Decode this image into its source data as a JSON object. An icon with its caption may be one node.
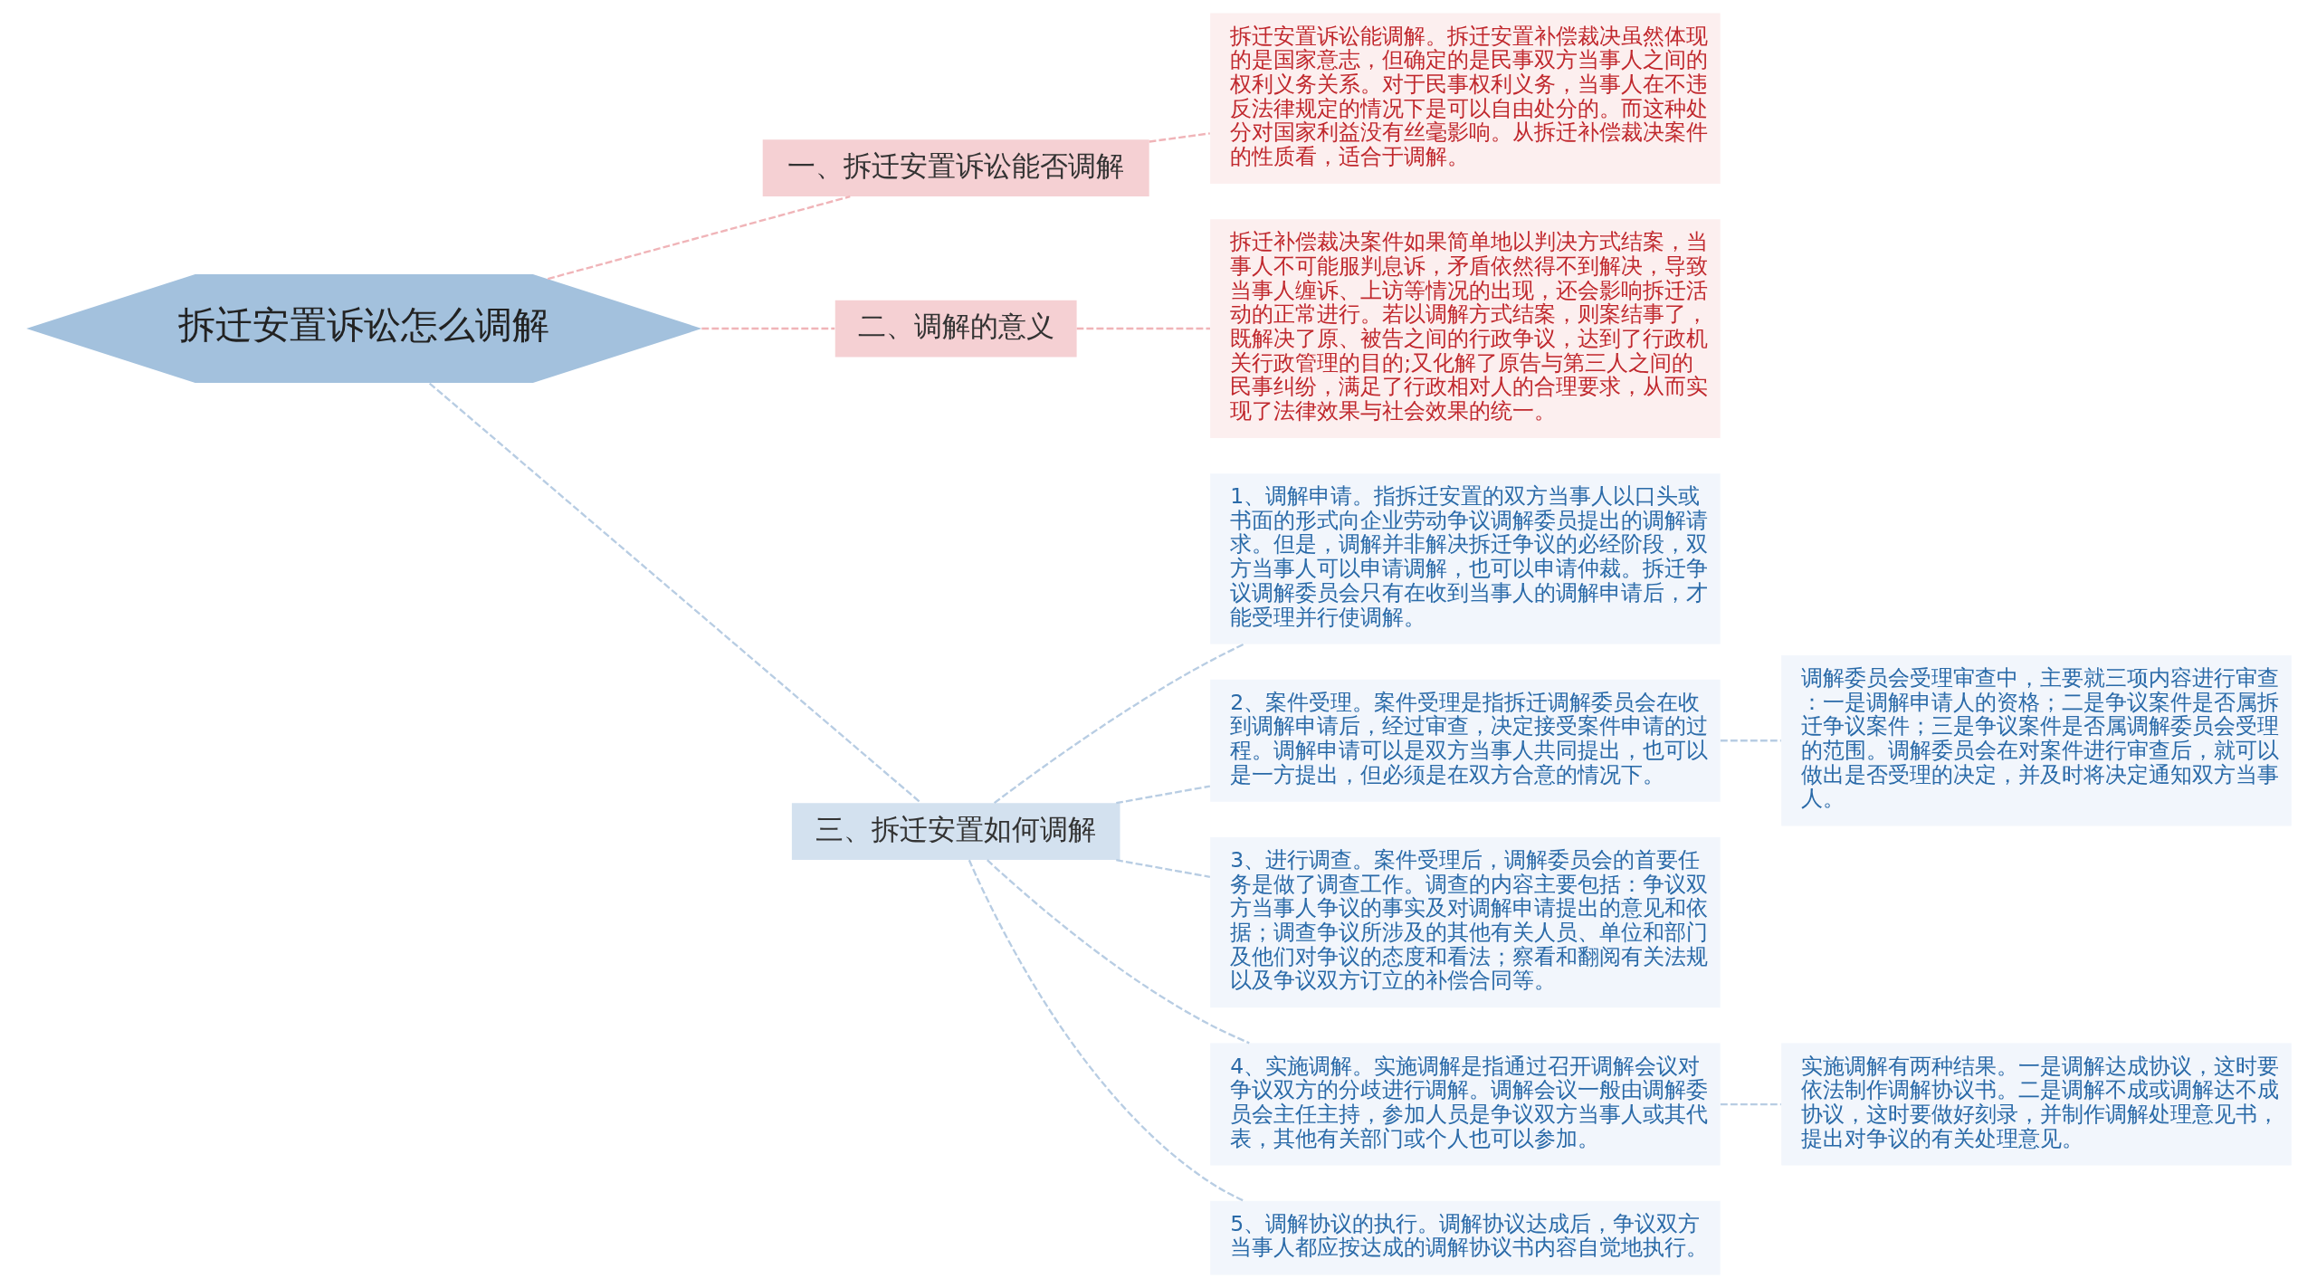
{
  "diagram": {
    "nodes": [
      {
        "text": [
          "拆迁安置诉讼怎么调解"
        ]
      },
      {
        "text": [
          "一、拆迁安置诉讼能否调解"
        ]
      },
      {
        "text": [
          "拆迁安置诉讼能调解。拆迁安置补偿裁决虽然体现的是国家意志，但确定的是民事双方当事人之间的权利义务关系。对于民事权利义务，当事人在不违反法律规定的情况下是可以自由处分的。而这种处分对国家利益没有丝毫影响。从拆迁补偿裁决案件的性质看，适合于调解。"
        ]
      },
      {
        "text": [
          "二、调解的意义"
        ]
      },
      {
        "text": [
          "拆迁补偿裁决案件如果简单地以判决方式结案，当事人不可能服判息诉，矛盾依然得不到解决，导致当事人缠诉、上访等情况的出现，还会影响拆迁活动的正常进行。若以调解方式结案，则案结事了，既解决了原、被告之间的行政争议，达到了行政机关行政管理的目的;又化解了原告与第三人之间的民事纠纷，满足了行政相对人的合理要求，从而实现了法律效果与社会效果的统一。"
        ]
      },
      {
        "text": [
          "三、拆迁安置如何调解"
        ]
      },
      {
        "text": [
          "1、调解申请。指拆迁安置的双方当事人以口头或书面的形式向企业劳动争议调解委员提出的调解请求。但是，调解并非解决拆迁争议的必经阶段，双方当事人可以申请调解，也可以申请仲裁。拆迁争议调解委员会只有在收到当事人的调解申请后，才能受理并行使调解。"
        ]
      },
      {
        "text": [
          "2、案件受理。案件受理是指拆迁调解委员会在收到调解申请后，经过审查，决定接受案件申请的过程。调解申请可以是双方当事人共同提出，也可以是一方提出，但必须是在双方合意的情况下。"
        ]
      },
      {
        "text": [
          "调解委员会受理审查中，主要就三项内容进行审查：一是调解申请人的资格；二是争议案件是否属拆迁争议案件；三是争议案件是否属调解委员会受理的范围。调解委员会在对案件进行审查后，就可以做出是否受理的决定，并及时将决定通知双方当事人。"
        ]
      },
      {
        "text": [
          "3、进行调查。案件受理后，调解委员会的首要任务是做了调查工作。调查的内容主要包括：争议双方当事人争议的事实及对调解申请提出的意见和依据；调查争议所涉及的其他有关人员、单位和部门及他们对争议的态度和看法；察看和翻阅有关法规以及争议双方订立的补偿合同等。"
        ]
      },
      {
        "text": [
          "4、实施调解。实施调解是指通过召开调解会议对争议双方的分歧进行调解。调解会议一般由调解委员会主任主持，参加人员是争议双方当事人或其代表，其他有关部门或个人也可以参加。"
        ]
      },
      {
        "text": [
          "实施调解有两种结果。一是调解达成协议，这时要依法制作调解协议书。二是调解不成或调解达不成协议，这时要做好刻录，并制作调解处理意见书，提出对争议的有关处理意见。"
        ]
      },
      {
        "text": [
          "5、调解协议的执行。调解协议达成后，争议双方当事人都应按达成的调解协议书内容自觉地执行。"
        ]
      }
    ],
    "edges": [
      {
        "from": 0,
        "to": 1,
        "arrow": "none",
        "style": "dashed",
        "color": "#f0b4b8"
      },
      {
        "from": 1,
        "to": 2,
        "arrow": "none",
        "style": "dashed",
        "color": "#f0b4b8"
      },
      {
        "from": 0,
        "to": 3,
        "arrow": "none",
        "style": "dashed",
        "color": "#f0b4b8"
      },
      {
        "from": 3,
        "to": 4,
        "arrow": "none",
        "style": "dashed",
        "color": "#f0b4b8"
      },
      {
        "from": 0,
        "to": 5,
        "arrow": "none",
        "style": "dashed"
      },
      {
        "from": 5,
        "to": 6,
        "arrow": "none",
        "style": "dashed"
      },
      {
        "from": 5,
        "to": 7,
        "arrow": "none",
        "style": "dashed"
      },
      {
        "from": 7,
        "to": 8,
        "arrow": "none",
        "style": "dashed"
      },
      {
        "from": 5,
        "to": 9,
        "arrow": "none",
        "style": "dashed"
      },
      {
        "from": 5,
        "to": 10,
        "arrow": "none",
        "style": "dashed"
      },
      {
        "from": 10,
        "to": 11,
        "arrow": "none",
        "style": "dashed"
      },
      {
        "from": 5,
        "to": 12,
        "arrow": "none",
        "style": "dashed"
      }
    ]
  }
}
